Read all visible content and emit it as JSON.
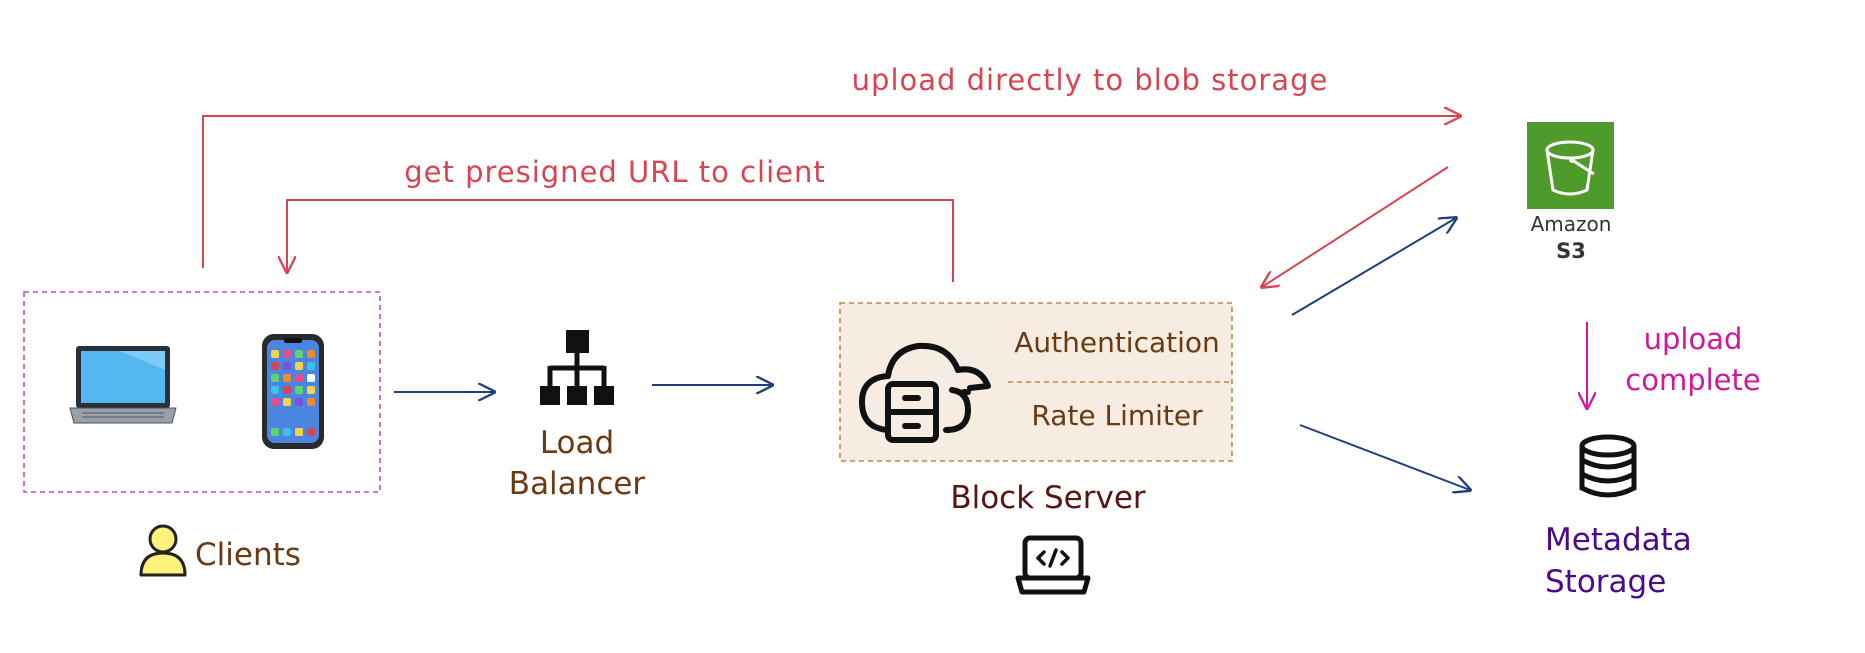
{
  "labels": {
    "upload_direct": "upload directly to blob storage",
    "presigned": "get presigned URL to client",
    "load_line1": "Load",
    "load_line2": "Balancer",
    "authentication": "Authentication",
    "rate_limiter": "Rate Limiter",
    "block_server": "Block Server",
    "clients": "Clients",
    "amazon": "Amazon",
    "s3": "S3",
    "upload_line1": "upload",
    "upload_line2": "complete",
    "metadata_line1": "Metadata",
    "metadata_line2": "Storage"
  },
  "colors": {
    "red_arrow": "#d94452",
    "blue_arrow": "#1f3f7a",
    "magenta": "#d0189a",
    "brown_text": "#6b3a10",
    "dark_red_text": "#5a1414",
    "purple_text": "#4b0a8a",
    "s3_green": "#4e9a2a",
    "client_border": "#b84fc6",
    "block_border": "#c08a3e",
    "block_fill": "#f7ece2"
  }
}
